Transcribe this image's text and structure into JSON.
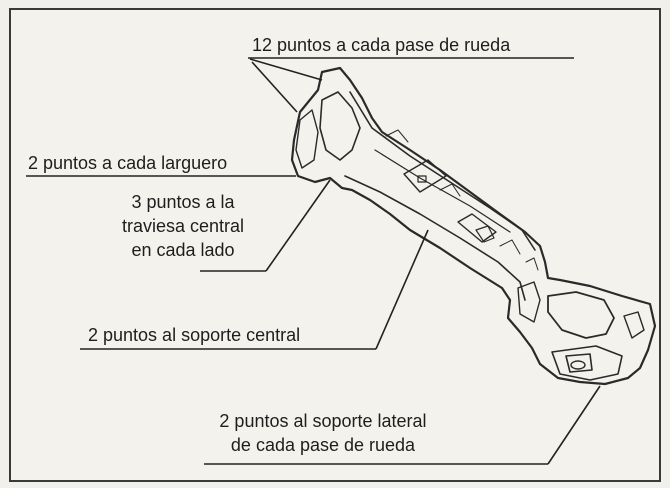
{
  "figure": {
    "labels": {
      "wheel_arch": "12 puntos a cada pase de rueda",
      "side_member": "2 puntos a cada larguero",
      "cross_member": [
        "3 puntos a la",
        "traviesa central",
        "en cada lado"
      ],
      "center_support": "2 puntos al soporte central",
      "side_support": [
        "2 puntos al soporte lateral",
        "de cada pase de rueda"
      ]
    }
  }
}
